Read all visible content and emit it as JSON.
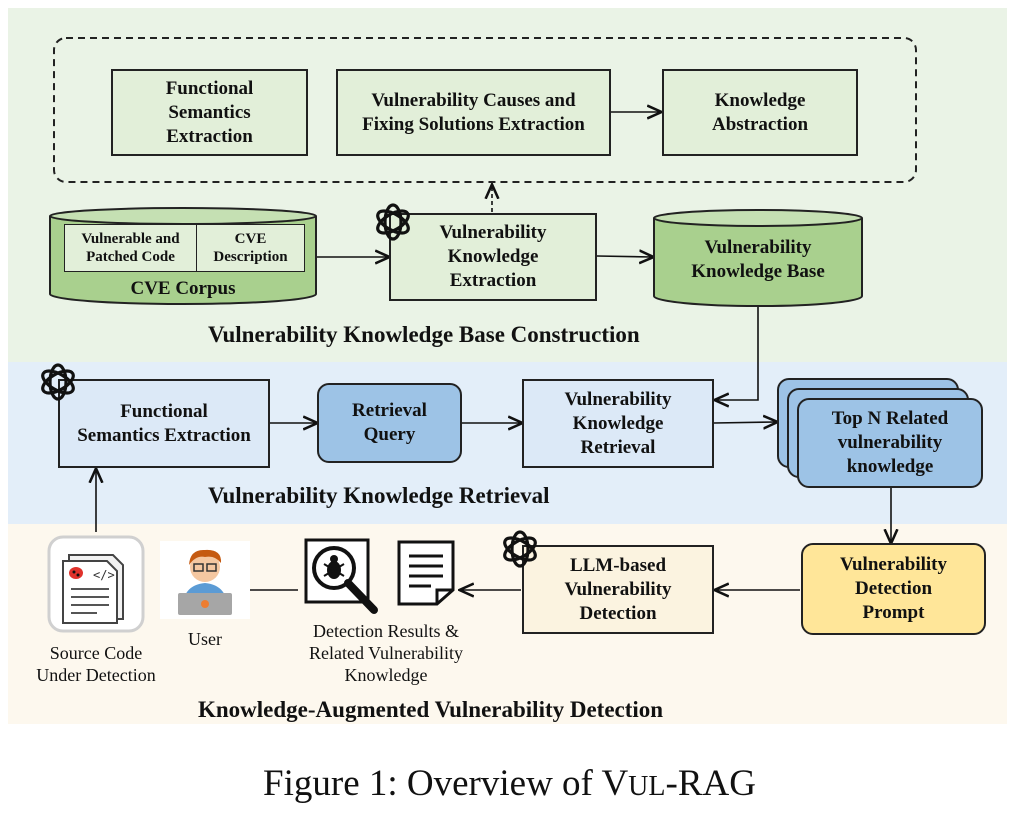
{
  "colors": {
    "construction_bg": "#eaf3e6",
    "retrieval_bg": "#e3eef9",
    "detection_bg": "#fdf8ee",
    "green_box": "#e2efd9",
    "green_dark": "#a9d08e",
    "blue_box": "#dce9f7",
    "blue_dark": "#9dc3e6",
    "cream_box": "#fbf3e0",
    "yellow_box": "#ffe699"
  },
  "sections": {
    "construction": "Vulnerability Knowledge Base Construction",
    "retrieval": "Vulnerability Knowledge Retrieval",
    "detection": "Knowledge-Augmented Vulnerability Detection"
  },
  "construction": {
    "functional_semantics": "Functional\nSemantics\nExtraction",
    "causes_fixes": "Vulnerability Causes and\nFixing Solutions Extraction",
    "abstraction": "Knowledge\nAbstraction",
    "corpus_cell_1": "Vulnerable and\nPatched Code",
    "corpus_cell_2": "CVE\nDescription",
    "corpus_label": "CVE Corpus",
    "knowledge_extraction": "Vulnerability\nKnowledge\nExtraction",
    "knowledge_base": "Vulnerability\nKnowledge Base"
  },
  "retrieval": {
    "functional_semantics": "Functional\nSemantics Extraction",
    "query": "Retrieval\nQuery",
    "knowledge_retrieval": "Vulnerability\nKnowledge\nRetrieval",
    "top_n": "Top N Related\nvulnerability\nknowledge"
  },
  "detection": {
    "prompt": "Vulnerability\nDetection\nPrompt",
    "llm_detection": "LLM-based\nVulnerability\nDetection",
    "results": "Detection Results &\nRelated Vulnerability\nKnowledge",
    "user": "User",
    "source_code": "Source Code\nUnder Detection"
  },
  "icons": [
    "openai-logo-icon",
    "bug-search-icon",
    "document-icon",
    "user-laptop-icon",
    "source-code-icon"
  ],
  "caption": "Figure 1: Overview of V",
  "caption_smallcaps": "UL",
  "caption_tail": "-RAG"
}
